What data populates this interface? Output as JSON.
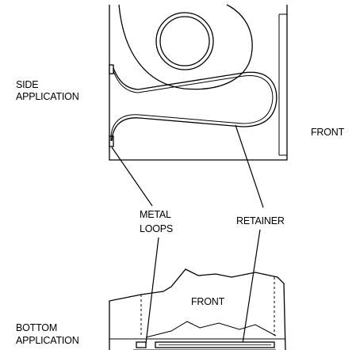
{
  "labels": {
    "side_application": [
      "SIDE",
      "APPLICATION"
    ],
    "front_top": "FRONT",
    "metal_loops": [
      "METAL",
      "LOOPS"
    ],
    "retainer": "RETAINER",
    "front_bottom": "FRONT",
    "bottom_application": [
      "BOTTOM",
      "APPLICATION"
    ]
  }
}
